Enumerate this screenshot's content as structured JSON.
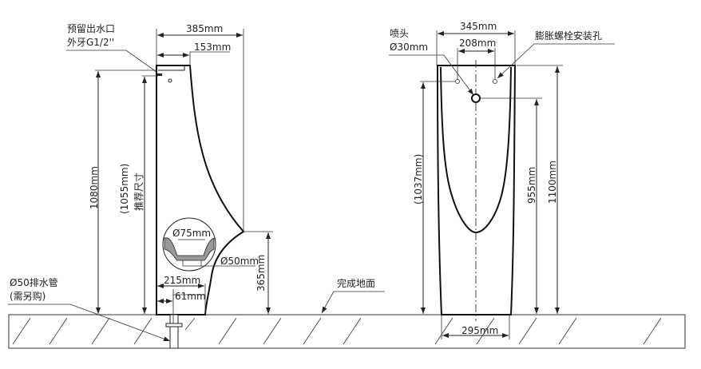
{
  "side_view": {
    "outlet_label_line1": "预留出水口",
    "outlet_label_line2": "外牙G1/2''",
    "width_total": "385mm",
    "width_top": "153mm",
    "height_total": "1080mm",
    "height_recommended": "(1055mm)",
    "height_recommended_note": "推荐尺寸",
    "trap_diameter_top": "Ø75mm",
    "trap_diameter_bottom": "Ø50mm",
    "lip_height": "365mm",
    "drain_offset": "215mm",
    "drain_center": "61mm",
    "drain_pipe_label_line1": "Ø50排水管",
    "drain_pipe_label_line2": "(需另购)",
    "floor_label": "完成地面"
  },
  "front_view": {
    "nozzle_label_line1": "喷头",
    "nozzle_label_line2": "Ø30mm",
    "bolt_hole_label": "膨胀螺栓安装孔",
    "width_total": "345mm",
    "hole_spacing": "208mm",
    "height_total": "1100mm",
    "nozzle_height": "955mm",
    "hole_height": "(1037mm)",
    "base_width": "295mm"
  }
}
